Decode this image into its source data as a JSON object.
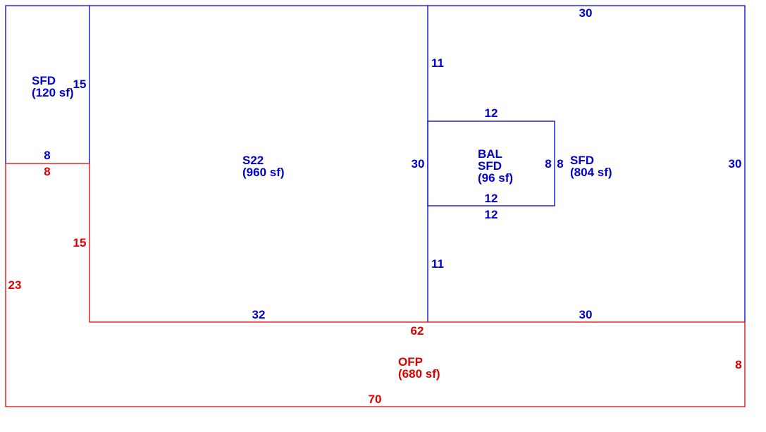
{
  "colors": {
    "blue": "#0000cc",
    "red": "#dd0000",
    "background": "#ffffff"
  },
  "areas": {
    "sfd_small": {
      "name": "SFD",
      "size": "(120 sf)"
    },
    "s22": {
      "name": "S22",
      "size": "(960 sf)"
    },
    "bal": {
      "name1": "BAL",
      "name2": "SFD",
      "size": "(96 sf)"
    },
    "sfd_right": {
      "name": "SFD",
      "size": "(804 sf)"
    },
    "ofp": {
      "name": "OFP",
      "size": "(680 sf)"
    }
  },
  "dims": {
    "sfd_left_right": "15",
    "sfd_left_bottom": "8",
    "ofp_top_left": "8",
    "ofp_inner_vertical": "15",
    "ofp_left": "23",
    "s22_bottom": "32",
    "s22_right": "30",
    "right_top": "30",
    "right_upper_vertical": "11",
    "right_lower_vertical": "11",
    "bal_top": "12",
    "bal_bottom_inside": "12",
    "bal_bottom_outside": "12",
    "bal_right_inside": "8",
    "bal_right_outside": "8",
    "right_right": "30",
    "right_bottom": "30",
    "ofp_top": "62",
    "ofp_right": "8",
    "ofp_bottom": "70"
  }
}
